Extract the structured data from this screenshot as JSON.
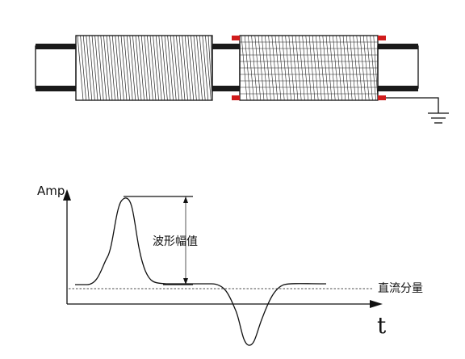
{
  "diagram": {
    "y_axis_label": "Amp",
    "x_axis_label": "t",
    "amplitude_label": "波形幅值",
    "dc_label": "直流分量",
    "colors": {
      "ink": "#111111",
      "background": "#ffffff",
      "pipe_band": "#1a1a1a",
      "terminal": "#d01c1c"
    }
  }
}
